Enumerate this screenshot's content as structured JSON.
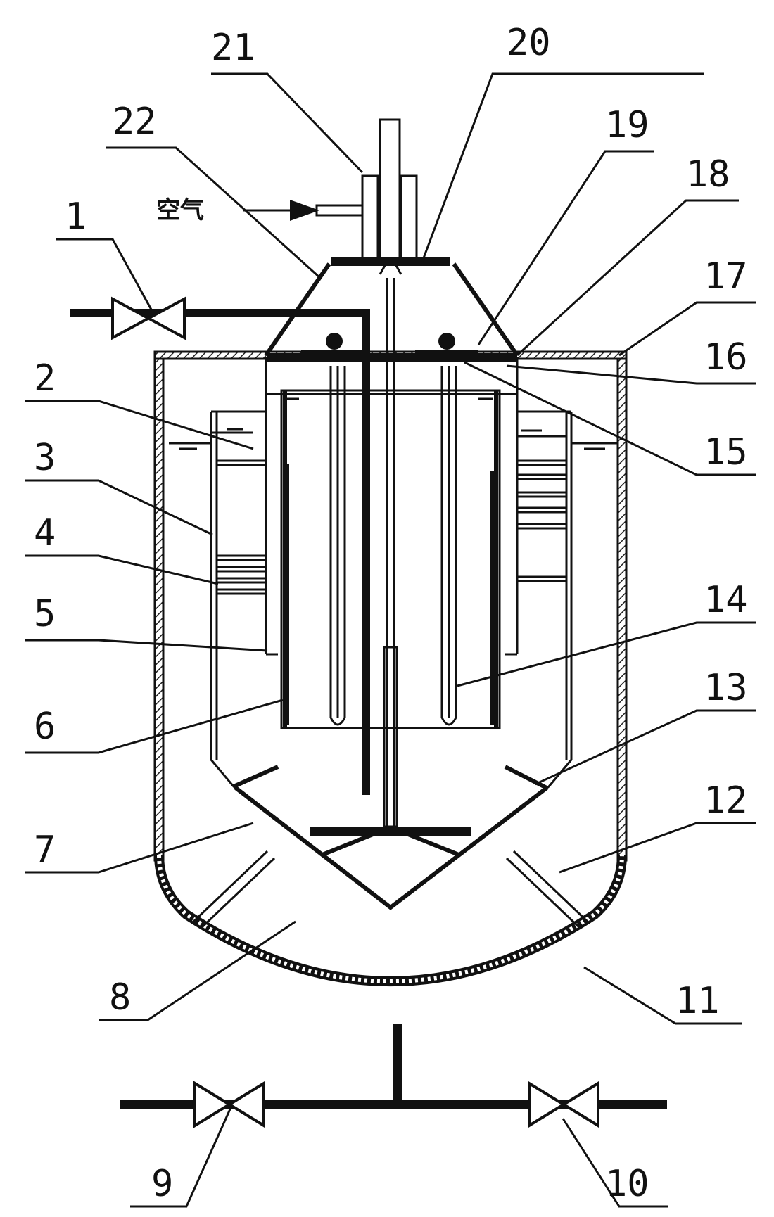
{
  "air_label": "空气",
  "labels": [
    "1",
    "2",
    "3",
    "4",
    "5",
    "6",
    "7",
    "8",
    "9",
    "10",
    "11",
    "12",
    "13",
    "14",
    "15",
    "16",
    "17",
    "18",
    "19",
    "20",
    "21",
    "22"
  ]
}
